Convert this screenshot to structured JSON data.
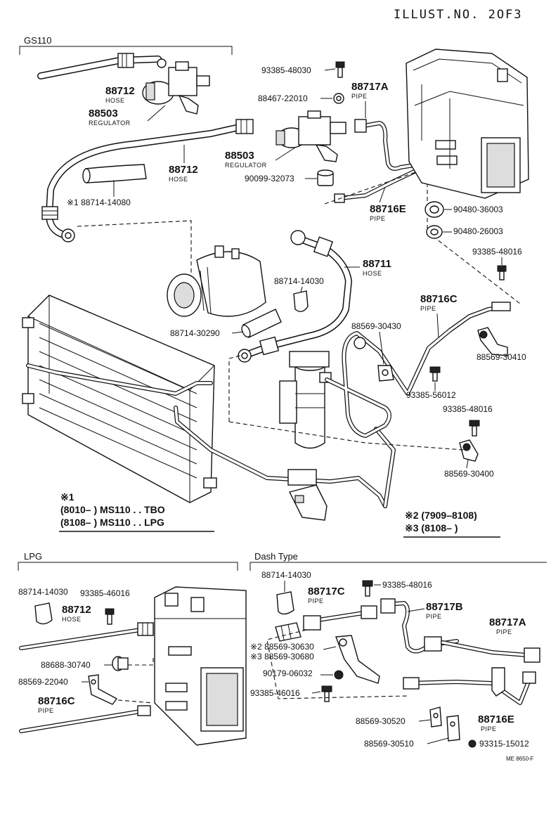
{
  "header": {
    "title": "ILLUST.NO.  2OF3"
  },
  "sections": {
    "gs110": "GS110",
    "lpg": "LPG",
    "dash": "Dash Type"
  },
  "footer_code": "ME 8650-F",
  "callouts": [
    {
      "id": "c1",
      "num": "88712",
      "sub": "HOSE"
    },
    {
      "id": "c2",
      "num": "88503",
      "sub": "REGULATOR"
    },
    {
      "id": "c3",
      "num": "88712",
      "sub": "HOSE"
    },
    {
      "id": "c4",
      "label": "※1 88714-14080"
    },
    {
      "id": "c5",
      "label": "93385-48030"
    },
    {
      "id": "c6",
      "label": "88467-22010"
    },
    {
      "id": "c7",
      "num": "88717A",
      "sub": "PIPE"
    },
    {
      "id": "c8",
      "num": "88503",
      "sub": "REGULATOR"
    },
    {
      "id": "c9",
      "label": "90099-32073"
    },
    {
      "id": "c10",
      "num": "88716E",
      "sub": "PIPE"
    },
    {
      "id": "c11",
      "label": "90480-36003"
    },
    {
      "id": "c12",
      "label": "90480-26003"
    },
    {
      "id": "c13",
      "label": "93385-48016"
    },
    {
      "id": "c14",
      "num": "88711",
      "sub": "HOSE"
    },
    {
      "id": "c15",
      "label": "88714-14030"
    },
    {
      "id": "c16",
      "label": "88714-30290"
    },
    {
      "id": "c17",
      "num": "88716C",
      "sub": "PIPE"
    },
    {
      "id": "c18",
      "label": "88569-30430"
    },
    {
      "id": "c19",
      "label": "88569-30410"
    },
    {
      "id": "c20",
      "label": "93385-56012"
    },
    {
      "id": "c21",
      "label": "93385-48016"
    },
    {
      "id": "c22",
      "label": "88569-30400"
    },
    {
      "id": "l1",
      "label": "88714-14030"
    },
    {
      "id": "l2",
      "label": "93385-46016"
    },
    {
      "id": "l3",
      "num": "88712",
      "sub": "HOSE"
    },
    {
      "id": "l4",
      "label": "88688-30740"
    },
    {
      "id": "l5",
      "label": "88569-22040"
    },
    {
      "id": "l6",
      "num": "88716C",
      "sub": "PIPE"
    },
    {
      "id": "d1",
      "label": "88714-14030"
    },
    {
      "id": "d2",
      "num": "88717C",
      "sub": "PIPE"
    },
    {
      "id": "d3",
      "label": "93385-48016"
    },
    {
      "id": "d4",
      "num": "88717B",
      "sub": "PIPE"
    },
    {
      "id": "d5",
      "num": "88717A",
      "sub": "PIPE"
    },
    {
      "id": "d6",
      "label": "※2 88569-30630"
    },
    {
      "id": "d7",
      "label": "※3 88569-30680"
    },
    {
      "id": "d8",
      "label": "90179-06032"
    },
    {
      "id": "d9",
      "label": "93385-46016"
    },
    {
      "id": "d10",
      "num": "88716E",
      "sub": "PIPE"
    },
    {
      "id": "d11",
      "label": "88569-30520"
    },
    {
      "id": "d12",
      "label": "88569-30510"
    },
    {
      "id": "d13",
      "label": "93315-15012"
    }
  ],
  "notes": {
    "n1_mark": "※1",
    "n1_l1": "(8010–          ) MS110 . . TBO",
    "n1_l2": "(8108–          ) MS110 . . LPG",
    "n2": "※2 (7909–8108)",
    "n3": "※3 (8108–          )"
  }
}
